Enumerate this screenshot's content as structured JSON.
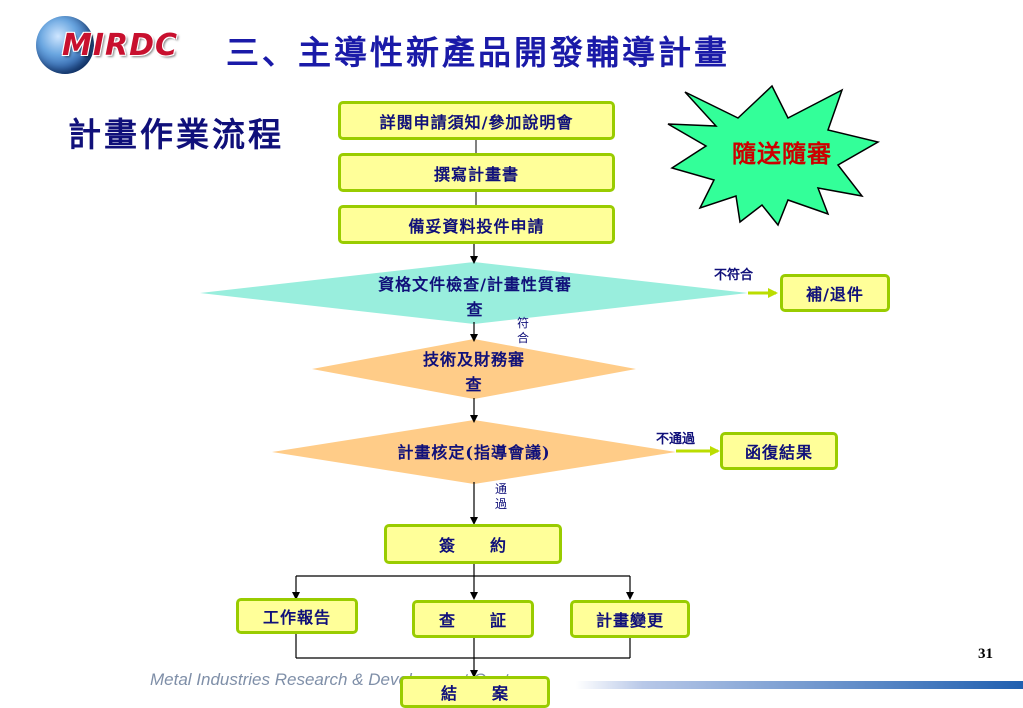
{
  "header": {
    "logo_text": "MIRDC",
    "title": "三、主導性新產品開發輔導計畫",
    "subtitle": "計畫作業流程"
  },
  "callout": {
    "text": "隨送隨審",
    "fill": "#33ff99"
  },
  "flow": {
    "step1": "詳閱申請須知/參加說明會",
    "step2": "撰寫計畫書",
    "step3": "備妥資料投件申請",
    "check1_line1": "資格文件檢查/計畫性質審",
    "check1_line2": "查",
    "check2_line1": "技術及財務審",
    "check2_line2": "查",
    "check3": "計畫核定(指導會議)",
    "sign": "簽　　約",
    "work_report": "工作報告",
    "inspect": "查　　証",
    "change": "計畫變更",
    "close": "結　　案",
    "reject_box": "補/退件",
    "result_box": "函復結果"
  },
  "labels": {
    "not_match": "不符合",
    "match": "符合",
    "not_pass": "不通過",
    "pass": "通過"
  },
  "colors": {
    "box_fill": "#ffff99",
    "box_border": "#99cc00",
    "diamond_teal": "#99eedd",
    "diamond_orange": "#ffcc88",
    "text": "#10107a"
  },
  "footer": {
    "org": "Metal Industries Research & Development Centre",
    "page": "31"
  }
}
